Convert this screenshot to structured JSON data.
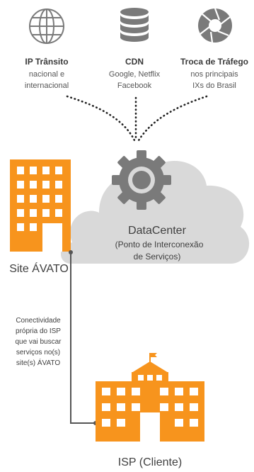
{
  "sources": [
    {
      "icon": "globe-icon",
      "title": "IP Trânsito",
      "lines": [
        "nacional e",
        "internacional"
      ]
    },
    {
      "icon": "database-icon",
      "title": "CDN",
      "lines": [
        "Google, Netflix",
        "Facebook"
      ]
    },
    {
      "icon": "aperture-icon",
      "title": "Troca de Tráfego",
      "lines": [
        "nos principais",
        "IXs do Brasil"
      ]
    }
  ],
  "datacenter": {
    "title": "DataCenter",
    "subtitle_lines": [
      "(Ponto de Interconexão",
      "de Serviços)"
    ]
  },
  "site": {
    "label": "Site ÁVATO"
  },
  "connection_note": [
    "Conectividade",
    "própria do ISP",
    "que vai buscar",
    "serviços no(s)",
    "site(s) ÁVATO"
  ],
  "client": {
    "label": "ISP (Cliente)"
  },
  "colors": {
    "orange": "#f7941d",
    "gray_icon": "#7a7a7a",
    "cloud": "#d9d9d9",
    "line": "#555555"
  }
}
